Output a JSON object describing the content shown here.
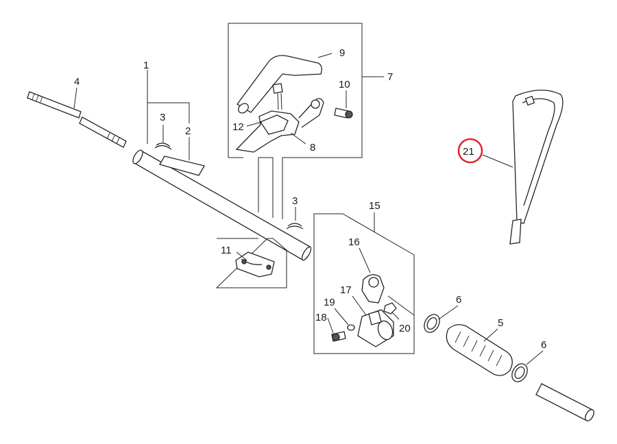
{
  "labels": {
    "p1": "1",
    "p2": "2",
    "p3a": "3",
    "p3b": "3",
    "p4": "4",
    "p5": "5",
    "p6a": "6",
    "p6b": "6",
    "p7": "7",
    "p8": "8",
    "p9": "9",
    "p10": "10",
    "p11": "11",
    "p12": "12",
    "p15": "15",
    "p16": "16",
    "p17": "17",
    "p18": "18",
    "p19": "19",
    "p20": "20",
    "p21": "21"
  },
  "highlight": {
    "part": "21",
    "color": "#e0232b"
  }
}
